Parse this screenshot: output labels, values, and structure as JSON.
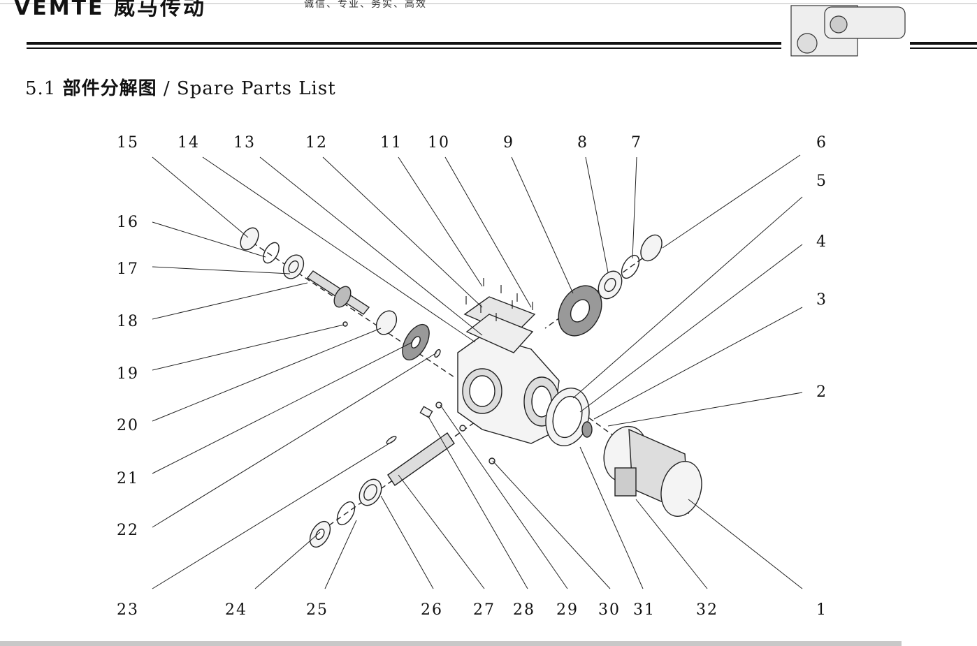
{
  "header": {
    "brand": "VEMTE 威马传动",
    "slogan": "诚信、专业、务实、高效"
  },
  "section_title": {
    "number": "5.1",
    "cn": "部件分解图",
    "en": "/ Spare Parts List"
  },
  "callouts": [
    {
      "n": "15"
    },
    {
      "n": "14"
    },
    {
      "n": "13"
    },
    {
      "n": "12"
    },
    {
      "n": "11"
    },
    {
      "n": "10"
    },
    {
      "n": "9"
    },
    {
      "n": "8"
    },
    {
      "n": "7"
    },
    {
      "n": "6"
    },
    {
      "n": "16"
    },
    {
      "n": "17"
    },
    {
      "n": "18"
    },
    {
      "n": "19"
    },
    {
      "n": "20"
    },
    {
      "n": "21"
    },
    {
      "n": "22"
    },
    {
      "n": "23"
    },
    {
      "n": "5"
    },
    {
      "n": "4"
    },
    {
      "n": "3"
    },
    {
      "n": "2"
    },
    {
      "n": "1"
    },
    {
      "n": "24"
    },
    {
      "n": "25"
    },
    {
      "n": "26"
    },
    {
      "n": "27"
    },
    {
      "n": "28"
    },
    {
      "n": "29"
    },
    {
      "n": "30"
    },
    {
      "n": "31"
    },
    {
      "n": "32"
    }
  ]
}
